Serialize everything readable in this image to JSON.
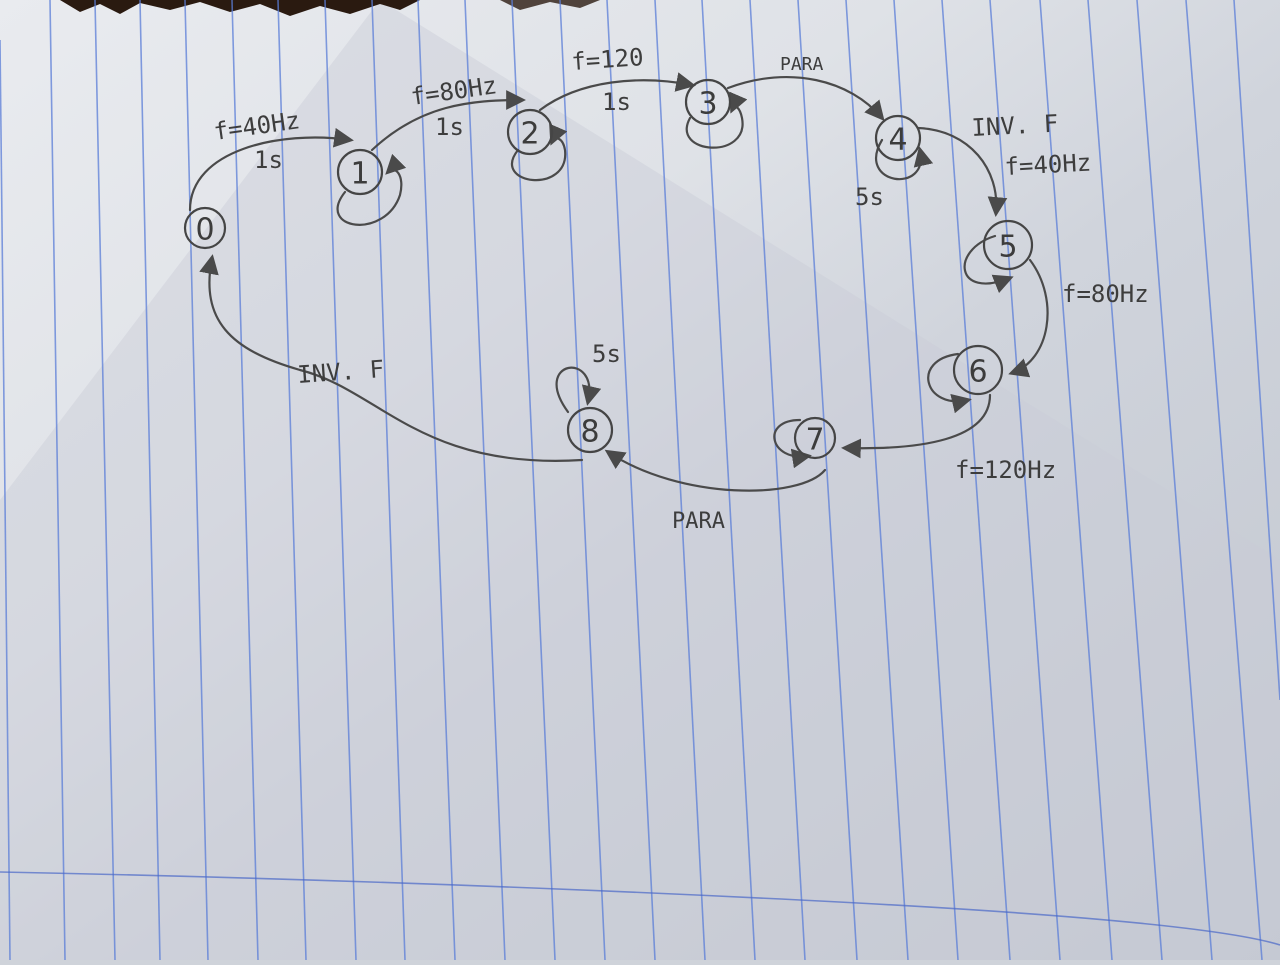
{
  "diagram": {
    "states": [
      "0",
      "1",
      "2",
      "3",
      "4",
      "5",
      "6",
      "7",
      "8"
    ],
    "transitions": [
      {
        "from": "0",
        "to": "1",
        "label": "f=40Hz"
      },
      {
        "from": "1",
        "to": "2",
        "label": "f=80Hz"
      },
      {
        "from": "2",
        "to": "3",
        "label": "f=120"
      },
      {
        "from": "3",
        "to": "4",
        "label": "PARA"
      },
      {
        "from": "4",
        "to": "5",
        "label": "INV. F"
      },
      {
        "from": "5",
        "to": "6",
        "label": "f=80Hz"
      },
      {
        "from": "6",
        "to": "7",
        "label": "f=120Hz"
      },
      {
        "from": "7",
        "to": "8",
        "label": "PARA"
      },
      {
        "from": "8",
        "to": "0",
        "label": "INV. F"
      }
    ],
    "extra_labels": {
      "state4_to_5_freq": "f=40Hz",
      "state1_time": "1s",
      "state2_time": "1s",
      "state3_time": "1s",
      "state4_time": "5s",
      "state8_time": "5s"
    }
  }
}
